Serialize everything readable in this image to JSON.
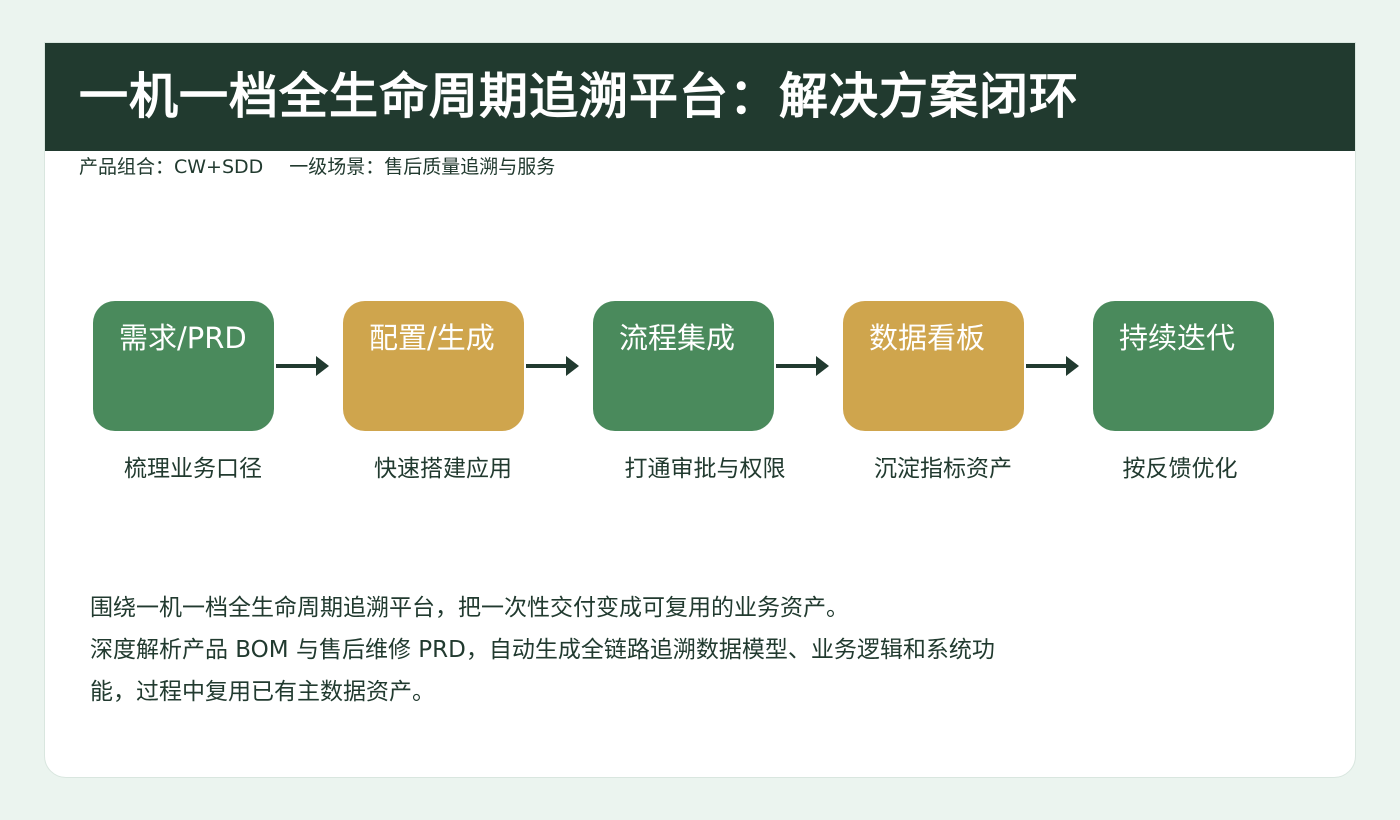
{
  "header": {
    "title": "一机一档全生命周期追溯平台：解决方案闭环",
    "product_combo": "产品组合：CW+SDD",
    "scenario": "一级场景：售后质量追溯与服务"
  },
  "flow": {
    "steps": [
      {
        "label": "需求/PRD",
        "caption": "梳理业务口径",
        "color": "#4a8a5c"
      },
      {
        "label": "配置/生成",
        "caption": "快速搭建应用",
        "color": "#cfa54d"
      },
      {
        "label": "流程集成",
        "caption": "打通审批与权限",
        "color": "#4a8a5c"
      },
      {
        "label": "数据看板",
        "caption": "沉淀指标资产",
        "color": "#cfa54d"
      },
      {
        "label": "持续迭代",
        "caption": "按反馈优化",
        "color": "#4a8a5c"
      }
    ],
    "arrow_color": "#213a2f"
  },
  "description": {
    "line1": "围绕一机一档全生命周期追溯平台，把一次性交付变成可复用的业务资产。",
    "line2": "深度解析产品 BOM 与售后维修 PRD，自动生成全链路追溯数据模型、业务逻辑和系统功",
    "line3": "能，过程中复用已有主数据资产。"
  },
  "colors": {
    "page_background": "#ebf4ef",
    "header_background": "#213a2f",
    "text_dark": "#213a2f"
  }
}
